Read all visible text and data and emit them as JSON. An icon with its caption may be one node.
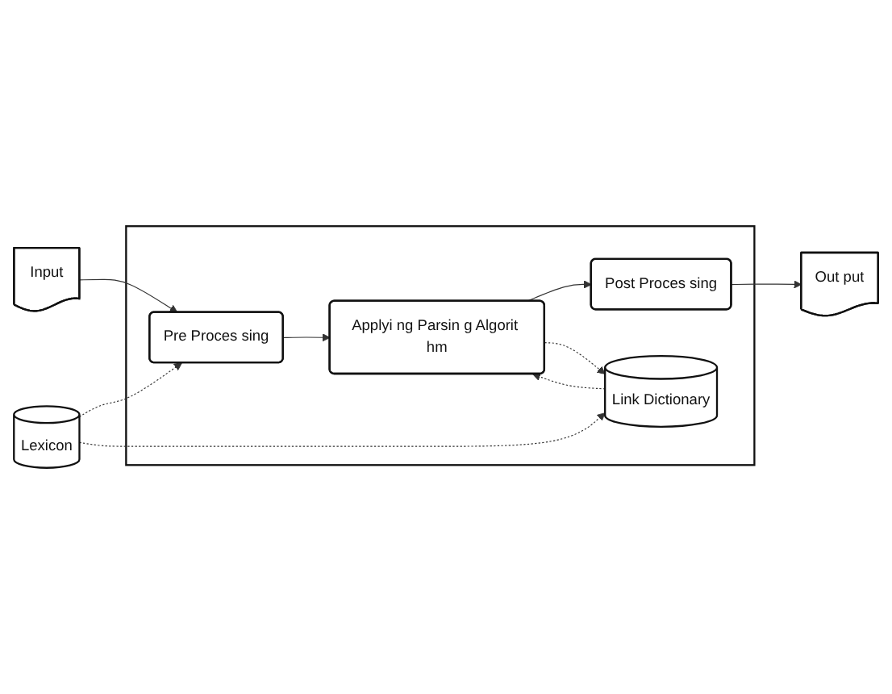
{
  "diagram": {
    "nodes": [
      {
        "text": [
          "Input"
        ]
      },
      {
        "text": [],
        "shape": "box"
      },
      {
        "text": [
          "Pre Proces sing"
        ],
        "in": 1
      },
      {
        "text": [
          "Applyi ng Parsin g Algorit hm"
        ],
        "in": 1
      },
      {
        "text": [
          "Post Proces sing"
        ],
        "in": 1
      },
      {
        "text": [
          "Link Dictionary"
        ],
        "in": 1
      },
      {
        "text": [
          "Out put"
        ]
      },
      {
        "text": [
          "Lexicon"
        ]
      }
    ],
    "edges": [
      {
        "from": 0,
        "to": 2,
        "arrow": "to"
      },
      {
        "from": 2,
        "to": 3,
        "arrow": "to"
      },
      {
        "from": 3,
        "to": 4,
        "arrow": "to"
      },
      {
        "from": 4,
        "to": 6,
        "arrow": "to"
      },
      {
        "from": 3,
        "to": 5,
        "arrow": "to",
        "style": "dashed"
      },
      {
        "from": 5,
        "to": 3,
        "arrow": "to",
        "style": "dashed"
      },
      {
        "from": 7,
        "to": 2,
        "arrow": "to",
        "style": "dashed"
      },
      {
        "from": 7,
        "to": 5,
        "arrow": "to",
        "style": "dashed"
      }
    ]
  }
}
